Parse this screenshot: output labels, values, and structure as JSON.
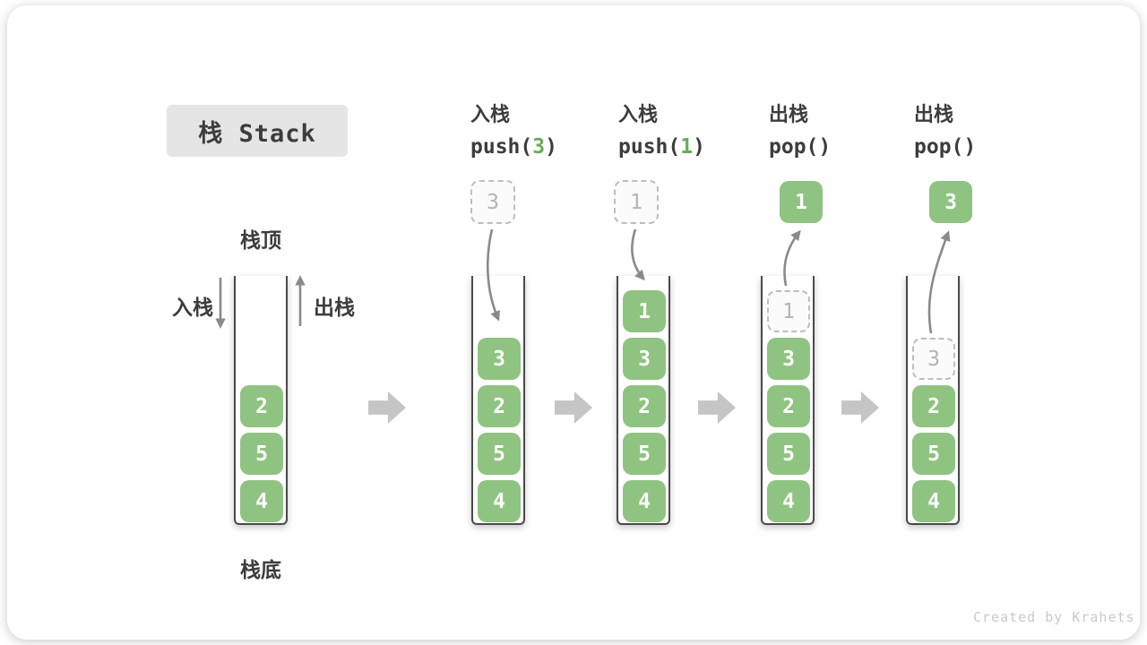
{
  "title": "栈 Stack",
  "watermark": "Created by Krahets",
  "labels": {
    "stack_top": "栈顶",
    "stack_bottom": "栈底",
    "push": "入栈",
    "pop": "出栈"
  },
  "operations": [
    {
      "name": "入栈",
      "code_pre": "push(",
      "arg": "3",
      "code_post": ")"
    },
    {
      "name": "入栈",
      "code_pre": "push(",
      "arg": "1",
      "code_post": ")"
    },
    {
      "name": "出栈",
      "code_pre": "pop(",
      "arg": "",
      "code_post": ")"
    },
    {
      "name": "出栈",
      "code_pre": "pop(",
      "arg": "",
      "code_post": ")"
    }
  ],
  "floaters": {
    "push1": "3",
    "push2": "1",
    "pop1": "1",
    "pop2": "3"
  },
  "stacks": {
    "s1": {
      "blocks": [
        "2",
        "5",
        "4"
      ]
    },
    "s2": {
      "blocks": [
        "3",
        "2",
        "5",
        "4"
      ]
    },
    "s3": {
      "blocks": [
        "1",
        "3",
        "2",
        "5",
        "4"
      ]
    },
    "s4": {
      "ghost": "1",
      "blocks": [
        "3",
        "2",
        "5",
        "4"
      ]
    },
    "s5": {
      "ghost": "3",
      "blocks": [
        "2",
        "5",
        "4"
      ]
    }
  },
  "colors": {
    "block_green": "#8FC381",
    "accent_green": "#69AB5B",
    "dark_text": "#3C3C3C",
    "arrow_gray": "#8A8A8A",
    "big_arrow_gray": "#C5C5C5",
    "ghost_border": "#BDBDBD",
    "ghost_text": "#B3B3B3",
    "title_bg": "#E5E5E5",
    "watermark_gray": "#C9C9C9"
  }
}
